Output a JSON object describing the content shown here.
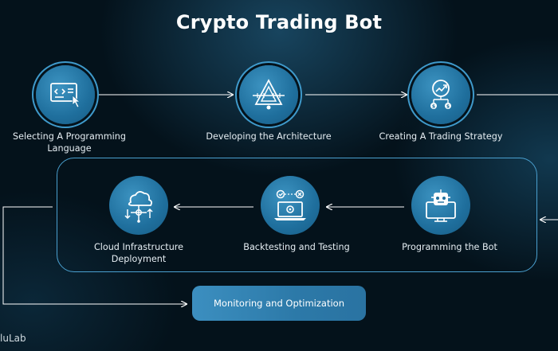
{
  "title": "Crypto Trading Bot",
  "steps": [
    {
      "label": "Selecting A Programming Language",
      "icon": "code-window-icon"
    },
    {
      "label": "Developing the Architecture",
      "icon": "architecture-icon"
    },
    {
      "label": "Creating A Trading Strategy",
      "icon": "strategy-chart-icon"
    },
    {
      "label": "Programming the Bot",
      "icon": "robot-monitor-icon"
    },
    {
      "label": "Backtesting and Testing",
      "icon": "laptop-check-icon"
    },
    {
      "label": "Cloud Infrastructure Deployment",
      "icon": "cloud-network-icon"
    }
  ],
  "final_step": {
    "label": "Monitoring and Optimization"
  },
  "watermark": "luLab",
  "colors": {
    "background": "#04121b",
    "node": "#2477a6",
    "accent": "#4aa0d0",
    "arrow": "#ffffff"
  }
}
